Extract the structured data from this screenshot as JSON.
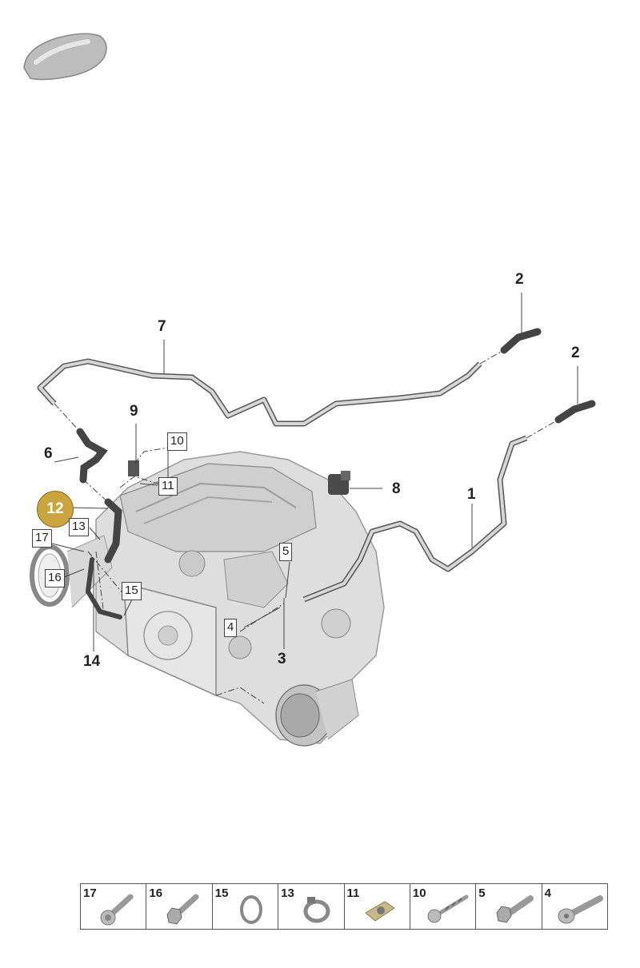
{
  "callouts": {
    "c1": "1",
    "c2a": "2",
    "c2b": "2",
    "c3": "3",
    "c6": "6",
    "c7": "7",
    "c8": "8",
    "c9": "9",
    "c12": "12",
    "c14": "14"
  },
  "boxed_labels": {
    "b4": "4",
    "b5": "5",
    "b10": "10",
    "b11": "11",
    "b13": "13",
    "b15": "15",
    "b16": "16",
    "b17": "17"
  },
  "highlight": {
    "part": "12",
    "color": "#c9a43f"
  },
  "legend": [
    {
      "num": "17",
      "icon": "flange-bolt-icon"
    },
    {
      "num": "16",
      "icon": "hex-flange-bolt-icon"
    },
    {
      "num": "15",
      "icon": "o-ring-icon"
    },
    {
      "num": "13",
      "icon": "hose-clamp-icon"
    },
    {
      "num": "11",
      "icon": "clip-nut-icon"
    },
    {
      "num": "10",
      "icon": "self-tapping-screw-icon"
    },
    {
      "num": "5",
      "icon": "hex-bolt-icon"
    },
    {
      "num": "4",
      "icon": "torx-bolt-icon"
    }
  ],
  "colors": {
    "line": "#444444",
    "part": "#c8c8c8",
    "engine": "#d6d6d6"
  }
}
